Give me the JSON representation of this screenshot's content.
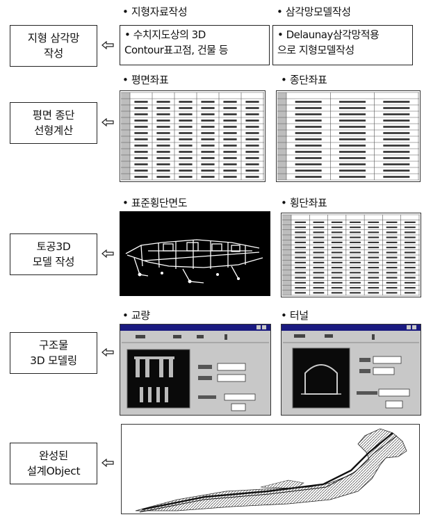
{
  "stages": [
    {
      "line1": "지형 삼각망",
      "line2": "작성"
    },
    {
      "line1": "평면 종단",
      "line2": "선형계산"
    },
    {
      "line1": "토공3D",
      "line2": "모델 작성"
    },
    {
      "line1": "구조물",
      "line2": "3D 모델링"
    },
    {
      "line1": "완성된",
      "line2": "설계Object"
    }
  ],
  "captions": {
    "terrain_data": "• 지형자료작성",
    "triangulation_model": "• 삼각망모델작성",
    "plan_coords": "• 평면좌표",
    "profile_coords": "• 종단좌표",
    "typical_section": "• 표준횡단면도",
    "cross_coords": "• 횡단좌표",
    "bridge": "• 교량",
    "tunnel": "• 터널"
  },
  "boxes": {
    "terrain_line1": "• 수치지도상의 3D",
    "terrain_line2": "Contour표고점, 건물 등",
    "tin_line1": "• Delaunay삼각망적용",
    "tin_line2": "으로 지형모델작성"
  },
  "arrow_symbol": "⇦",
  "colors": {
    "border": "#222222",
    "screenshot_bg": "#000000",
    "window_gray": "#c8c8c8",
    "titlebar": "#1a1a80"
  }
}
